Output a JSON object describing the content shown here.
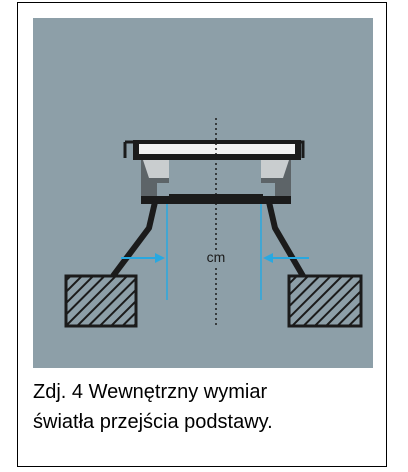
{
  "diagram": {
    "measure_unit": "cm",
    "colors": {
      "background": "#8d9fa8",
      "structure": "#1b1b1b",
      "gray_block": "#5d6468",
      "light_block": "#d9dcdd",
      "lid": "#f2f2f2",
      "measure_line": "#29a8e0",
      "hatch_fill": "#8d9fa8"
    }
  },
  "caption": {
    "line1": "Zdj. 4 Wewnętrzny wymiar",
    "line2": "światła przejścia podstawy."
  }
}
